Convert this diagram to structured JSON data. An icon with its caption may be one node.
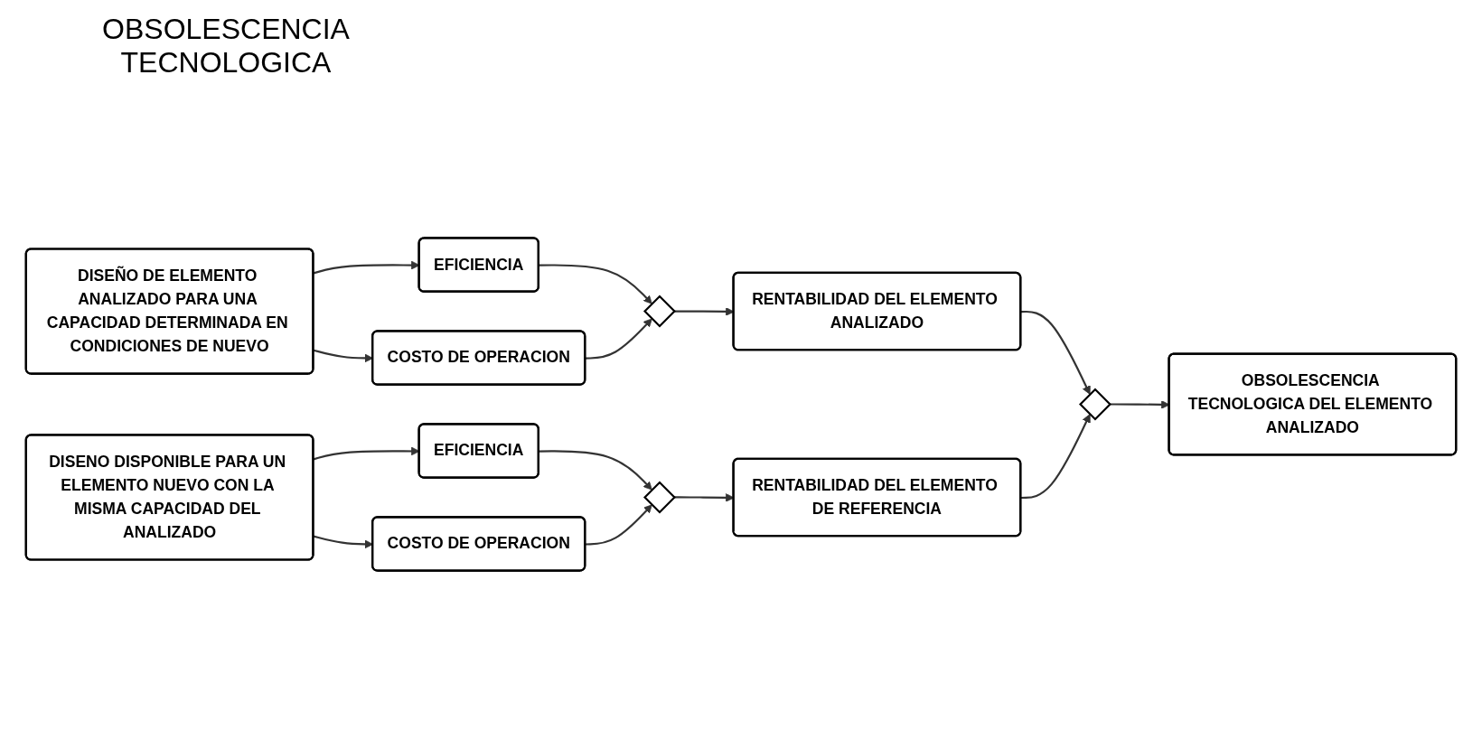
{
  "diagram": {
    "title": "OBSOLESCENCIA TECNOLOGICA",
    "nodes": [
      {
        "text": [
          "DISEÑO DE ELEMENTO ANALIZADO PARA UNA CAPACIDAD DETERMINADA EN CONDICIONES DE NUEVO"
        ]
      },
      {
        "text": [
          "EFICIENCIA"
        ]
      },
      {
        "text": [],
        "shape": "diamond"
      },
      {
        "text": [
          "COSTO DE OPERACION"
        ]
      },
      {
        "text": [
          "RENTABILIDAD DEL ELEMENTO ANALIZADO"
        ]
      },
      {
        "text": [
          "DISENO DISPONIBLE PARA UN ELEMENTO NUEVO CON LA MISMA CAPACIDAD DEL ANALIZADO"
        ]
      },
      {
        "text": [
          "EFICIENCIA"
        ]
      },
      {
        "text": [],
        "shape": "diamond"
      },
      {
        "text": [
          "COSTO DE OPERACION"
        ]
      },
      {
        "text": [
          "RENTABILIDAD DEL ELEMENTO DE REFERENCIA"
        ]
      },
      {
        "text": [],
        "shape": "diamond"
      },
      {
        "text": [
          "OBSOLESCENCIA TECNOLOGICA DEL ELEMENTO ANALIZADO"
        ]
      }
    ],
    "edges": [
      {
        "from": 0,
        "to": 1,
        "arrow": "to"
      },
      {
        "from": 0,
        "to": 3,
        "arrow": "to"
      },
      {
        "from": 1,
        "to": 2,
        "arrow": "to"
      },
      {
        "from": 3,
        "to": 2,
        "arrow": "to"
      },
      {
        "from": 2,
        "to": 4,
        "arrow": "to"
      },
      {
        "from": 5,
        "to": 6,
        "arrow": "to"
      },
      {
        "from": 5,
        "to": 8,
        "arrow": "to"
      },
      {
        "from": 6,
        "to": 7,
        "arrow": "to"
      },
      {
        "from": 8,
        "to": 7,
        "arrow": "to"
      },
      {
        "from": 7,
        "to": 9,
        "arrow": "to"
      },
      {
        "from": 4,
        "to": 10,
        "arrow": "to"
      },
      {
        "from": 9,
        "to": 10,
        "arrow": "to"
      },
      {
        "from": 10,
        "to": 11,
        "arrow": "to"
      }
    ]
  }
}
